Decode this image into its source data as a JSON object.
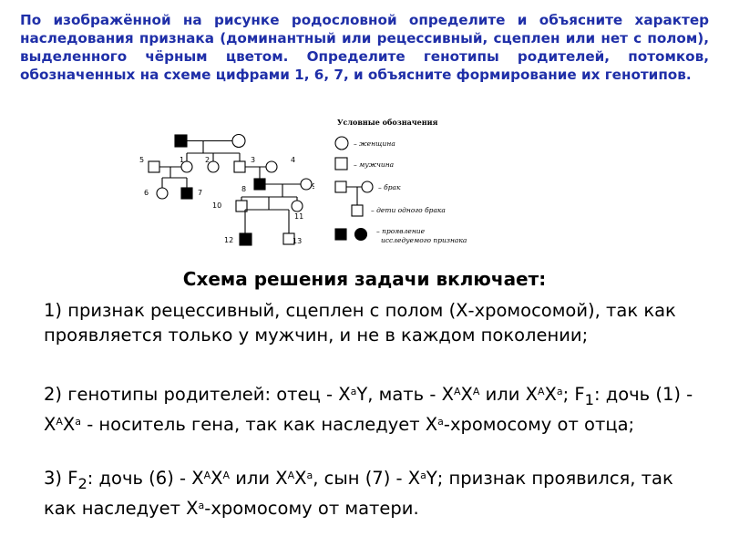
{
  "task_text": "По изображённой на рисунке родословной определите и объясните характер наследования признака (доминантный или рецессивный, сцеплен или нет с полом), выделенного чёрным цветом. Определите генотипы родителей, потомков, обозначенных на схеме цифрами 1, 6, 7, и объясните формирование их генотипов.",
  "pedigree": {
    "labels": {
      "n1": "1",
      "n2": "2",
      "n3": "3",
      "n4": "4",
      "n5": "5",
      "n6": "6",
      "n7": "7",
      "n8": "8",
      "n9": "9",
      "n10": "10",
      "n11": "11",
      "n12": "12",
      "n13": "13"
    }
  },
  "legend": {
    "title": "Условные обозначения",
    "female": "– женщина",
    "male": "– мужчина",
    "marriage": "– брак",
    "children": "– дети одного брака",
    "trait_line1": "– проявление",
    "trait_line2": "исследуемого признака"
  },
  "solution": {
    "heading": "Схема решения задачи включает:",
    "p1": "1) признак рецессивный, сцеплен с полом (Х-хромосомой), так как проявляется только у мужчин, и не в каждом поколении;",
    "p2": {
      "t1": "2) генотипы родителей: отец - Х",
      "a1": "а",
      "t2": "Y, мать - Х",
      "a2": "А",
      "t3": "Х",
      "a3": "А",
      "t4": " или Х",
      "a4": "А",
      "t5": "Х",
      "a5": "а",
      "t6": "; F",
      "f1": "1",
      "t7": ": дочь (1) - Х",
      "a6": "А",
      "t8": "Х",
      "a7": "а",
      "t9": " - носитель гена, так как наследует Х",
      "a8": "а",
      "t10": "-хромосому от отца;"
    },
    "p3": {
      "t1": "3) F",
      "f2": "2",
      "t2": ": дочь (6) - Х",
      "a1": "А",
      "t3": "Х",
      "a2": "А",
      "t4": " или Х",
      "a3": "А",
      "t5": "Х",
      "a4": "а",
      "t6": ", сын (7) - Х",
      "a5": "а",
      "t7": "Y; признак проявился, так как наследует Х",
      "a6": "а",
      "t8": "-хромосому от матери."
    }
  }
}
